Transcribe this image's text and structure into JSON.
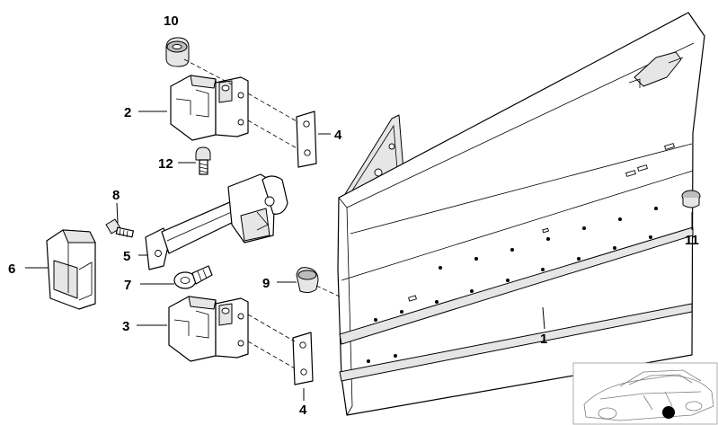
{
  "callouts": {
    "c1": "1",
    "c2": "2",
    "c3": "3",
    "c4_top": "4",
    "c4_bottom": "4",
    "c5": "5",
    "c6": "6",
    "c7": "7",
    "c8": "8",
    "c9": "9",
    "c10": "10",
    "c11": "11",
    "c12": "12"
  },
  "colors": {
    "line": "#000000",
    "shade": "#e6e6e6",
    "thumbnail_stroke": "#7d7d7d"
  }
}
